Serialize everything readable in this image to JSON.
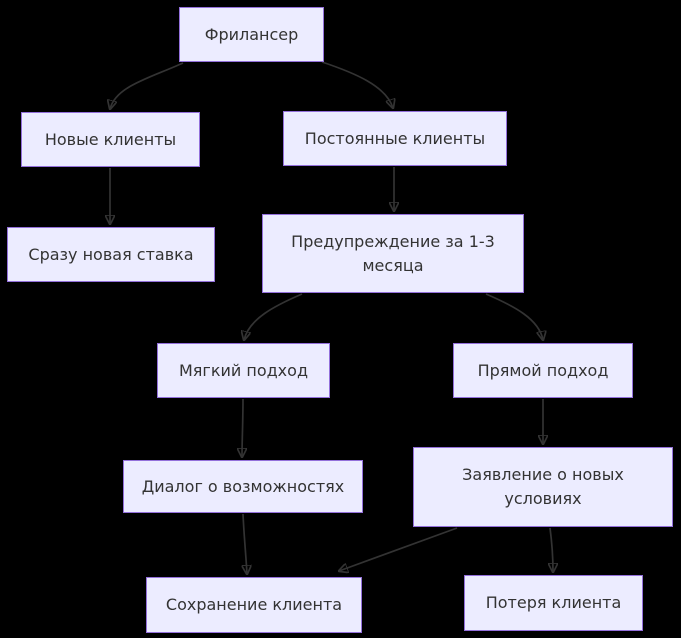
{
  "diagram": {
    "type": "flowchart-top-down",
    "background_color": "#000000",
    "node_fill_color": "#ECECFF",
    "node_border_color": "#9370DB",
    "text_color": "#333333",
    "edge_color": "#333333",
    "nodes": [
      {
        "id": "freelancer",
        "label": "Фрилансер"
      },
      {
        "id": "new-clients",
        "label": "Новые клиенты"
      },
      {
        "id": "regular-clients",
        "label": "Постоянные клиенты"
      },
      {
        "id": "new-rate",
        "label": "Сразу новая ставка"
      },
      {
        "id": "warning",
        "label": "Предупреждение за 1-3 месяца"
      },
      {
        "id": "soft",
        "label": "Мягкий подход"
      },
      {
        "id": "direct",
        "label": "Прямой подход"
      },
      {
        "id": "dialog",
        "label": "Диалог о возможностях"
      },
      {
        "id": "statement",
        "label": "Заявление о новых условиях"
      },
      {
        "id": "retain",
        "label": "Сохранение клиента"
      },
      {
        "id": "lose",
        "label": "Потеря клиента"
      }
    ],
    "edges": [
      {
        "from": "freelancer",
        "to": "new-clients"
      },
      {
        "from": "freelancer",
        "to": "regular-clients"
      },
      {
        "from": "new-clients",
        "to": "new-rate"
      },
      {
        "from": "regular-clients",
        "to": "warning"
      },
      {
        "from": "warning",
        "to": "soft"
      },
      {
        "from": "warning",
        "to": "direct"
      },
      {
        "from": "soft",
        "to": "dialog"
      },
      {
        "from": "direct",
        "to": "statement"
      },
      {
        "from": "dialog",
        "to": "retain"
      },
      {
        "from": "statement",
        "to": "retain"
      },
      {
        "from": "statement",
        "to": "lose"
      }
    ]
  }
}
